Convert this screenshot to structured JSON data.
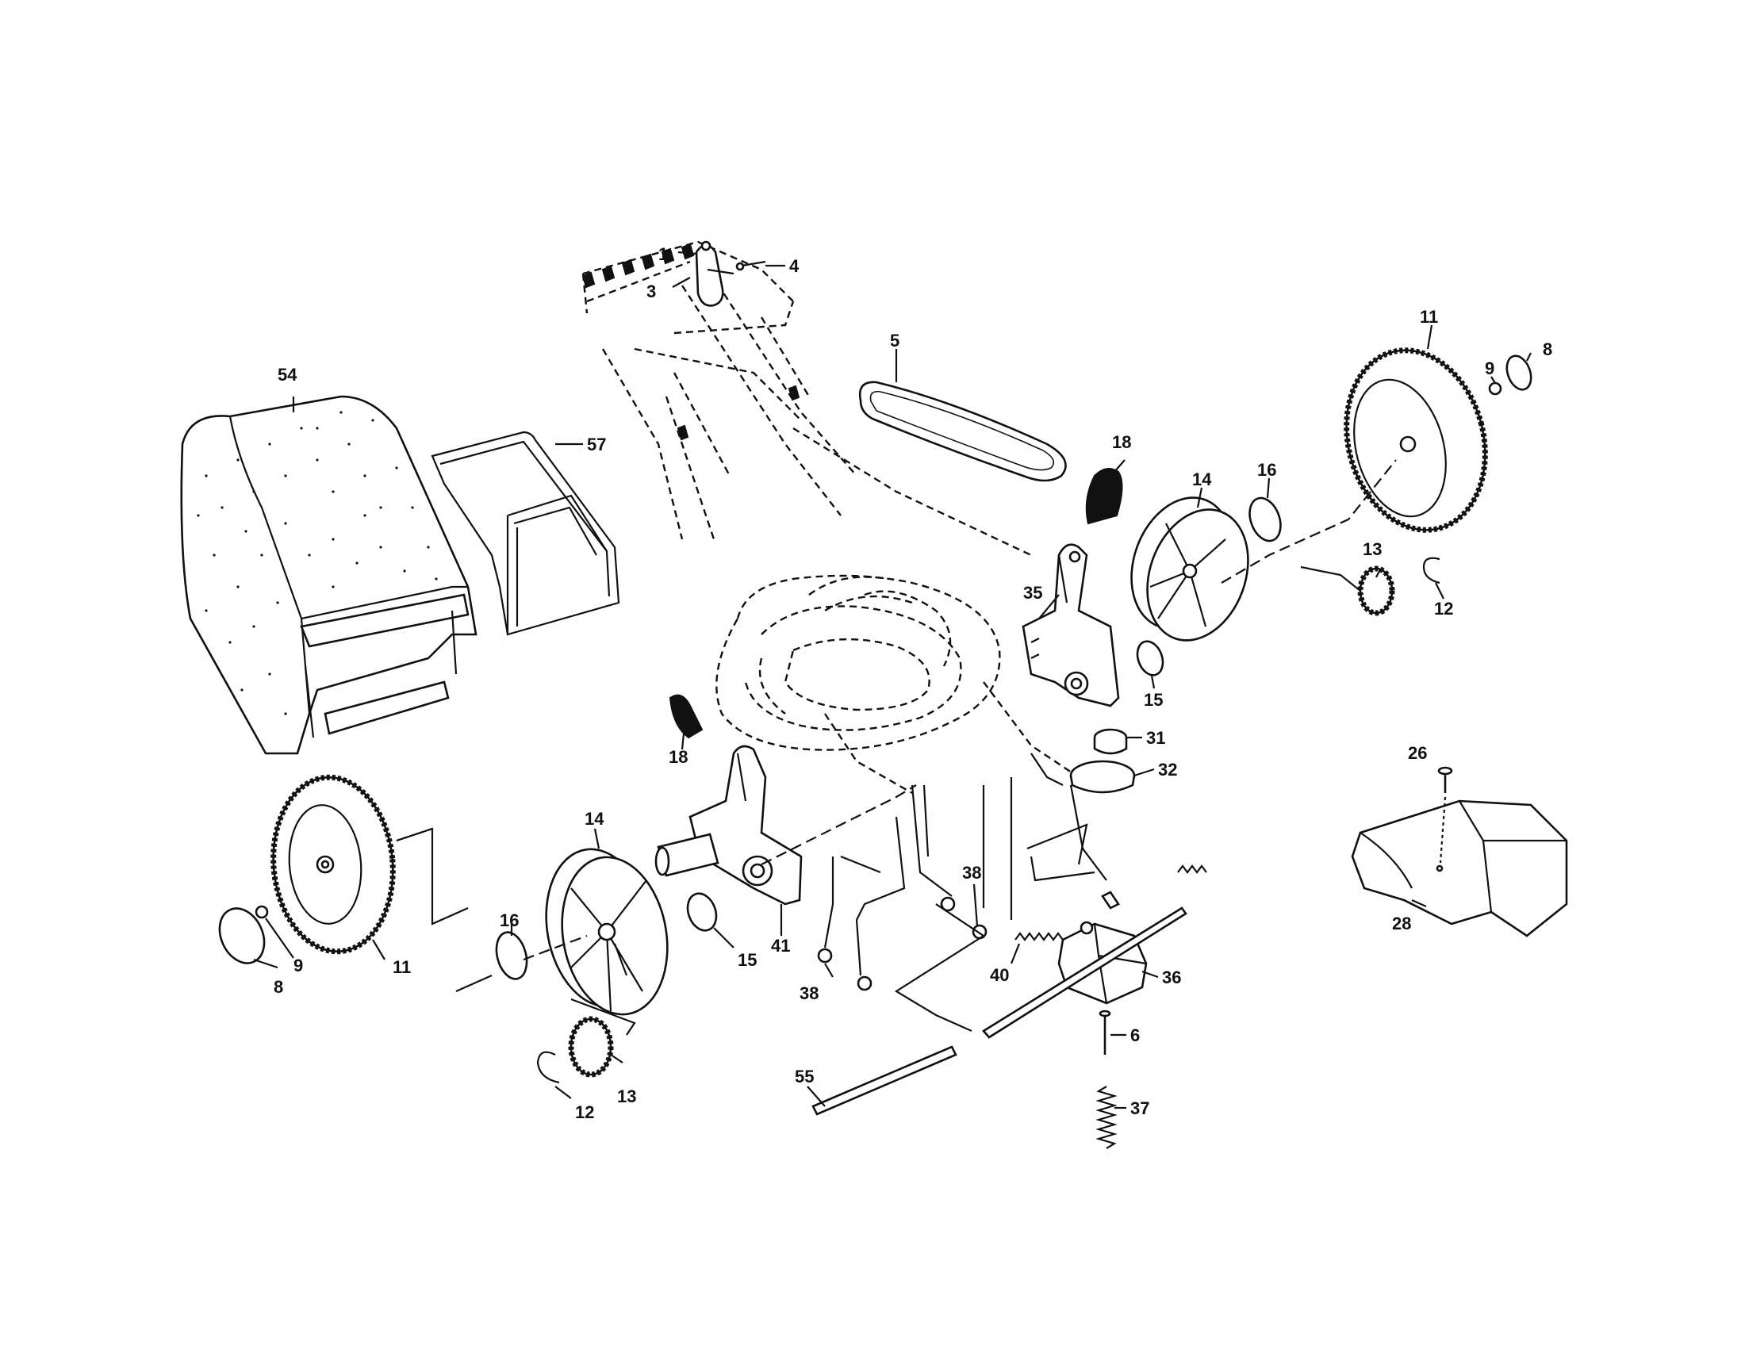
{
  "diagram": {
    "callouts": [
      {
        "id": "c1",
        "label": "1"
      },
      {
        "id": "c3",
        "label": "3"
      },
      {
        "id": "c4",
        "label": "4"
      },
      {
        "id": "c5",
        "label": "5"
      },
      {
        "id": "c54",
        "label": "54"
      },
      {
        "id": "c57",
        "label": "57"
      },
      {
        "id": "c18a",
        "label": "18"
      },
      {
        "id": "c18b",
        "label": "18"
      },
      {
        "id": "c14a",
        "label": "14"
      },
      {
        "id": "c14b",
        "label": "14"
      },
      {
        "id": "c16a",
        "label": "16"
      },
      {
        "id": "c16b",
        "label": "16"
      },
      {
        "id": "c11a",
        "label": "11"
      },
      {
        "id": "c11b",
        "label": "11"
      },
      {
        "id": "c9a",
        "label": "9"
      },
      {
        "id": "c9b",
        "label": "9"
      },
      {
        "id": "c8a",
        "label": "8"
      },
      {
        "id": "c8b",
        "label": "8"
      },
      {
        "id": "c13a",
        "label": "13"
      },
      {
        "id": "c13b",
        "label": "13"
      },
      {
        "id": "c12a",
        "label": "12"
      },
      {
        "id": "c12b",
        "label": "12"
      },
      {
        "id": "c35",
        "label": "35"
      },
      {
        "id": "c15a",
        "label": "15"
      },
      {
        "id": "c15b",
        "label": "15"
      },
      {
        "id": "c31",
        "label": "31"
      },
      {
        "id": "c32",
        "label": "32"
      },
      {
        "id": "c26",
        "label": "26"
      },
      {
        "id": "c28",
        "label": "28"
      },
      {
        "id": "c41",
        "label": "41"
      },
      {
        "id": "c38a",
        "label": "38"
      },
      {
        "id": "c38b",
        "label": "38"
      },
      {
        "id": "c40",
        "label": "40"
      },
      {
        "id": "c36",
        "label": "36"
      },
      {
        "id": "c6",
        "label": "6"
      },
      {
        "id": "c37",
        "label": "37"
      },
      {
        "id": "c55",
        "label": "55"
      }
    ]
  }
}
